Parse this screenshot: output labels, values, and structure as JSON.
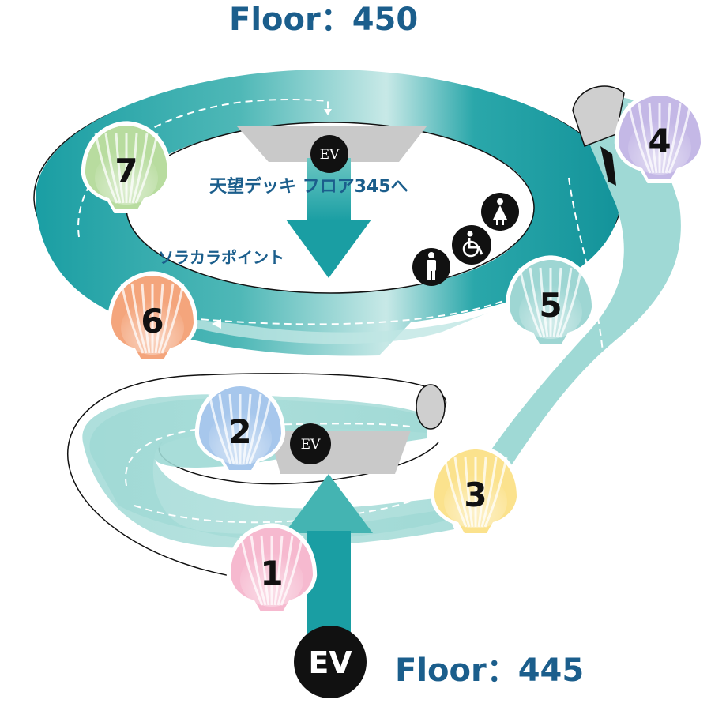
{
  "floors": {
    "top": "Floor：450",
    "bottom": "Floor：445"
  },
  "labels": {
    "deck": "天望デッキ フロア345へ",
    "sorakara": "ソラカラポイント"
  },
  "elevators": {
    "bottom": "EV",
    "middle": "EV",
    "top": "EV"
  },
  "points": [
    {
      "number": "1",
      "color": "#f6b9cf"
    },
    {
      "number": "2",
      "color": "#a7c7ec"
    },
    {
      "number": "3",
      "color": "#fbe28d"
    },
    {
      "number": "4",
      "color": "#c4b8e6"
    },
    {
      "number": "5",
      "color": "#9ed6d3"
    },
    {
      "number": "6",
      "color": "#f4a57c"
    },
    {
      "number": "7",
      "color": "#b8dc9f"
    }
  ],
  "facility_icons": [
    "female-restroom-icon",
    "accessible-restroom-icon",
    "male-restroom-icon"
  ],
  "colors": {
    "ramp_dark": "#1a9ea3",
    "ramp_light": "#9fd9d5",
    "floor_text": "#1b5e8c",
    "ev_badge": "#111111"
  }
}
